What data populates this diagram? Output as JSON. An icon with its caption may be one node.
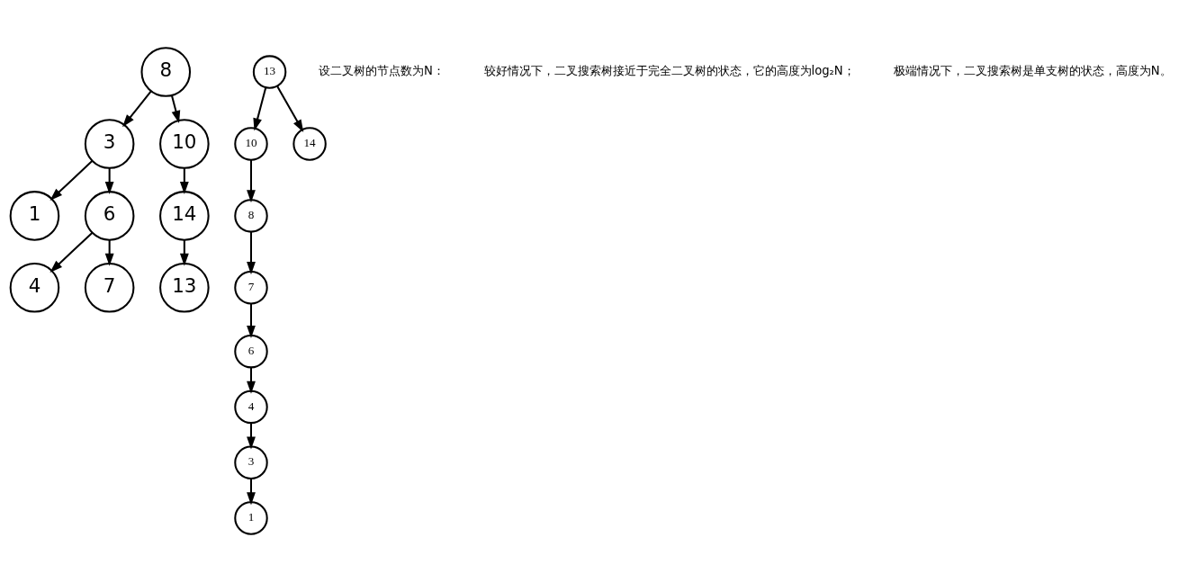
{
  "diagram": {
    "nodes": [
      {
        "text": [
          "8"
        ]
      },
      {
        "text": [
          "3"
        ]
      },
      {
        "text": [
          "10"
        ]
      },
      {
        "text": [
          "1"
        ]
      },
      {
        "text": [
          "6"
        ]
      },
      {
        "text": [
          "14"
        ]
      },
      {
        "text": [
          "4"
        ]
      },
      {
        "text": [
          "7"
        ]
      },
      {
        "text": [
          "13"
        ]
      },
      {
        "text": [
          "13"
        ]
      },
      {
        "text": [
          "10"
        ]
      },
      {
        "text": [
          "14"
        ]
      },
      {
        "text": [
          "8"
        ]
      },
      {
        "text": [
          "7"
        ]
      },
      {
        "text": [
          "6"
        ]
      },
      {
        "text": [
          "4"
        ]
      },
      {
        "text": [
          "3"
        ]
      },
      {
        "text": [
          "1"
        ]
      }
    ],
    "edges": [
      {
        "from": 0,
        "to": 1,
        "arrow": "to"
      },
      {
        "from": 0,
        "to": 2,
        "arrow": "to"
      },
      {
        "from": 1,
        "to": 3,
        "arrow": "to"
      },
      {
        "from": 1,
        "to": 4,
        "arrow": "to"
      },
      {
        "from": 2,
        "to": 5,
        "arrow": "to"
      },
      {
        "from": 4,
        "to": 6,
        "arrow": "to"
      },
      {
        "from": 4,
        "to": 7,
        "arrow": "to"
      },
      {
        "from": 5,
        "to": 8,
        "arrow": "to"
      },
      {
        "from": 9,
        "to": 10,
        "arrow": "to"
      },
      {
        "from": 9,
        "to": 11,
        "arrow": "to"
      },
      {
        "from": 10,
        "to": 12,
        "arrow": "to"
      },
      {
        "from": 12,
        "to": 13,
        "arrow": "to"
      },
      {
        "from": 13,
        "to": 14,
        "arrow": "to"
      },
      {
        "from": 14,
        "to": 15,
        "arrow": "to"
      },
      {
        "from": 15,
        "to": 16,
        "arrow": "to"
      },
      {
        "from": 16,
        "to": 17,
        "arrow": "to"
      }
    ],
    "labels": [
      "设二叉树的节点数为N：",
      "较好情况下，二叉搜索树接近于完全二叉树的状态，它的高度为log₂N；",
      "极端情况下，二叉搜索树是单支树的状态，高度为N。"
    ]
  }
}
